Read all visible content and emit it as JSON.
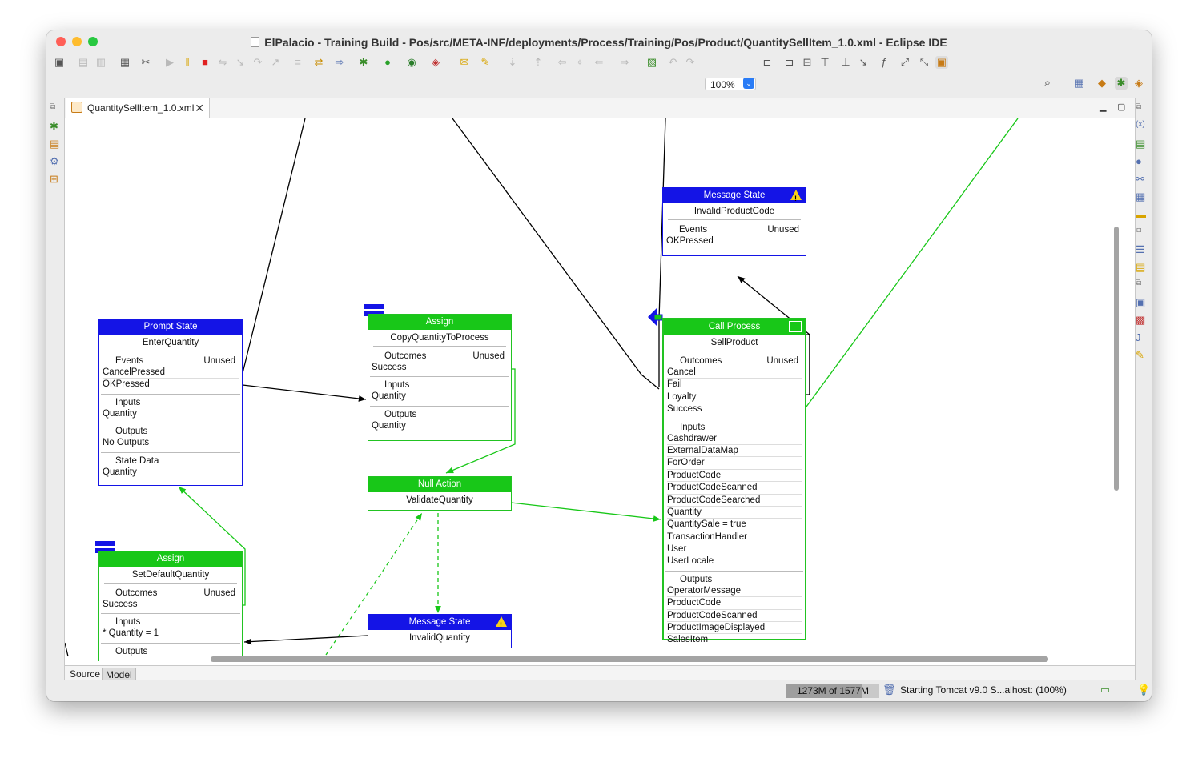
{
  "window": {
    "title": "ElPalacio - Training Build - Pos/src/META-INF/deployments/Process/Training/Pos/Product/QuantitySellItem_1.0.xml - Eclipse IDE"
  },
  "toolbar": {
    "zoom": "100%"
  },
  "editor": {
    "tab_label": "QuantitySellItem_1.0.xml",
    "bottom_tabs": [
      "Source",
      "Model"
    ]
  },
  "status": {
    "memory": "1273M of 1577M",
    "memory_used_fraction": 0.81,
    "task": "Starting Tomcat v9.0 S...alhost: (100%)"
  },
  "nodes": {
    "msg_invalid_product": {
      "type": "Message State",
      "name": "InvalidProductCode",
      "events_label": "Events",
      "unused": "Unused",
      "events": [
        "OKPressed"
      ]
    },
    "prompt": {
      "type": "Prompt State",
      "name": "EnterQuantity",
      "events_label": "Events",
      "unused": "Unused",
      "events": [
        "CancelPressed",
        "OKPressed"
      ],
      "inputs_label": "Inputs",
      "inputs": [
        "Quantity"
      ],
      "outputs_label": "Outputs",
      "outputs": [
        "No Outputs"
      ],
      "statedata_label": "State Data",
      "statedata": [
        "Quantity"
      ]
    },
    "assign_copy": {
      "type": "Assign",
      "name": "CopyQuantityToProcess",
      "outcomes_label": "Outcomes",
      "unused": "Unused",
      "outcomes": [
        "Success"
      ],
      "inputs_label": "Inputs",
      "inputs": [
        "Quantity"
      ],
      "outputs_label": "Outputs",
      "outputs": [
        "Quantity"
      ]
    },
    "null_action": {
      "type": "Null Action",
      "name": "ValidateQuantity"
    },
    "msg_invalid_qty": {
      "type": "Message State",
      "name": "InvalidQuantity"
    },
    "assign_default": {
      "type": "Assign",
      "name": "SetDefaultQuantity",
      "outcomes_label": "Outcomes",
      "unused": "Unused",
      "outcomes": [
        "Success"
      ],
      "inputs_label": "Inputs",
      "inputs": [
        "* Quantity = 1"
      ],
      "outputs_label": "Outputs"
    },
    "call_process": {
      "type": "Call Process",
      "name": "SellProduct",
      "outcomes_label": "Outcomes",
      "unused": "Unused",
      "outcomes": [
        "Cancel",
        "Fail",
        "Loyalty",
        "Success"
      ],
      "inputs_label": "Inputs",
      "inputs": [
        "Cashdrawer",
        "ExternalDataMap",
        "ForOrder",
        "ProductCode",
        "ProductCodeScanned",
        "ProductCodeSearched",
        "Quantity",
        "QuantitySale = true",
        "TransactionHandler",
        "User",
        "UserLocale"
      ],
      "outputs_label": "Outputs",
      "outputs": [
        "OperatorMessage",
        "ProductCode",
        "ProductCodeScanned",
        "ProductImageDisplayed",
        "SalesItem"
      ]
    }
  },
  "colors": {
    "state_blue": "#1414e6",
    "action_green": "#18c718"
  }
}
